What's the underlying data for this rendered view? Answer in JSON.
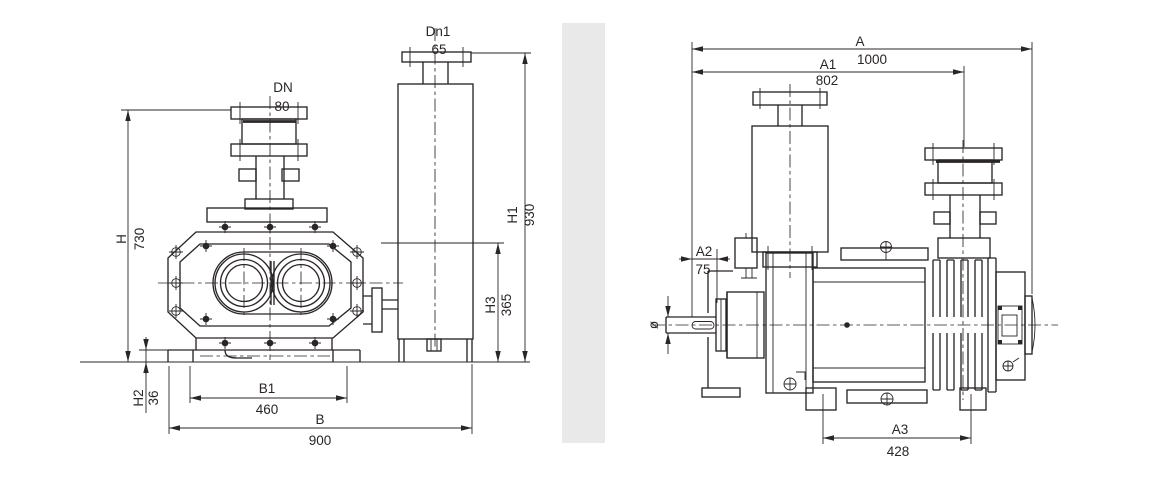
{
  "title": "pump-outline-dimension-drawing",
  "colors": {
    "line": "#2a2526",
    "divider": "#e9e9ea",
    "background": "#ffffff"
  },
  "front_view": {
    "dims": {
      "DN": {
        "label": "DN",
        "value": "80"
      },
      "Dn1": {
        "label": "Dn1",
        "value": "65"
      },
      "H": {
        "label": "H",
        "value": "730"
      },
      "H1": {
        "label": "H1",
        "value": "930"
      },
      "H2": {
        "label": "H2",
        "value": "36"
      },
      "H3": {
        "label": "H3",
        "value": "365"
      },
      "B": {
        "label": "B",
        "value": "900"
      },
      "B1": {
        "label": "B1",
        "value": "460"
      }
    }
  },
  "side_view": {
    "dims": {
      "A": {
        "label": "A",
        "value": "1000"
      },
      "A1": {
        "label": "A1",
        "value": "802"
      },
      "A2": {
        "label": "A2",
        "value": "75"
      },
      "A3": {
        "label": "A3",
        "value": "428"
      },
      "shaft_diameter": {
        "label": "ø"
      }
    }
  }
}
